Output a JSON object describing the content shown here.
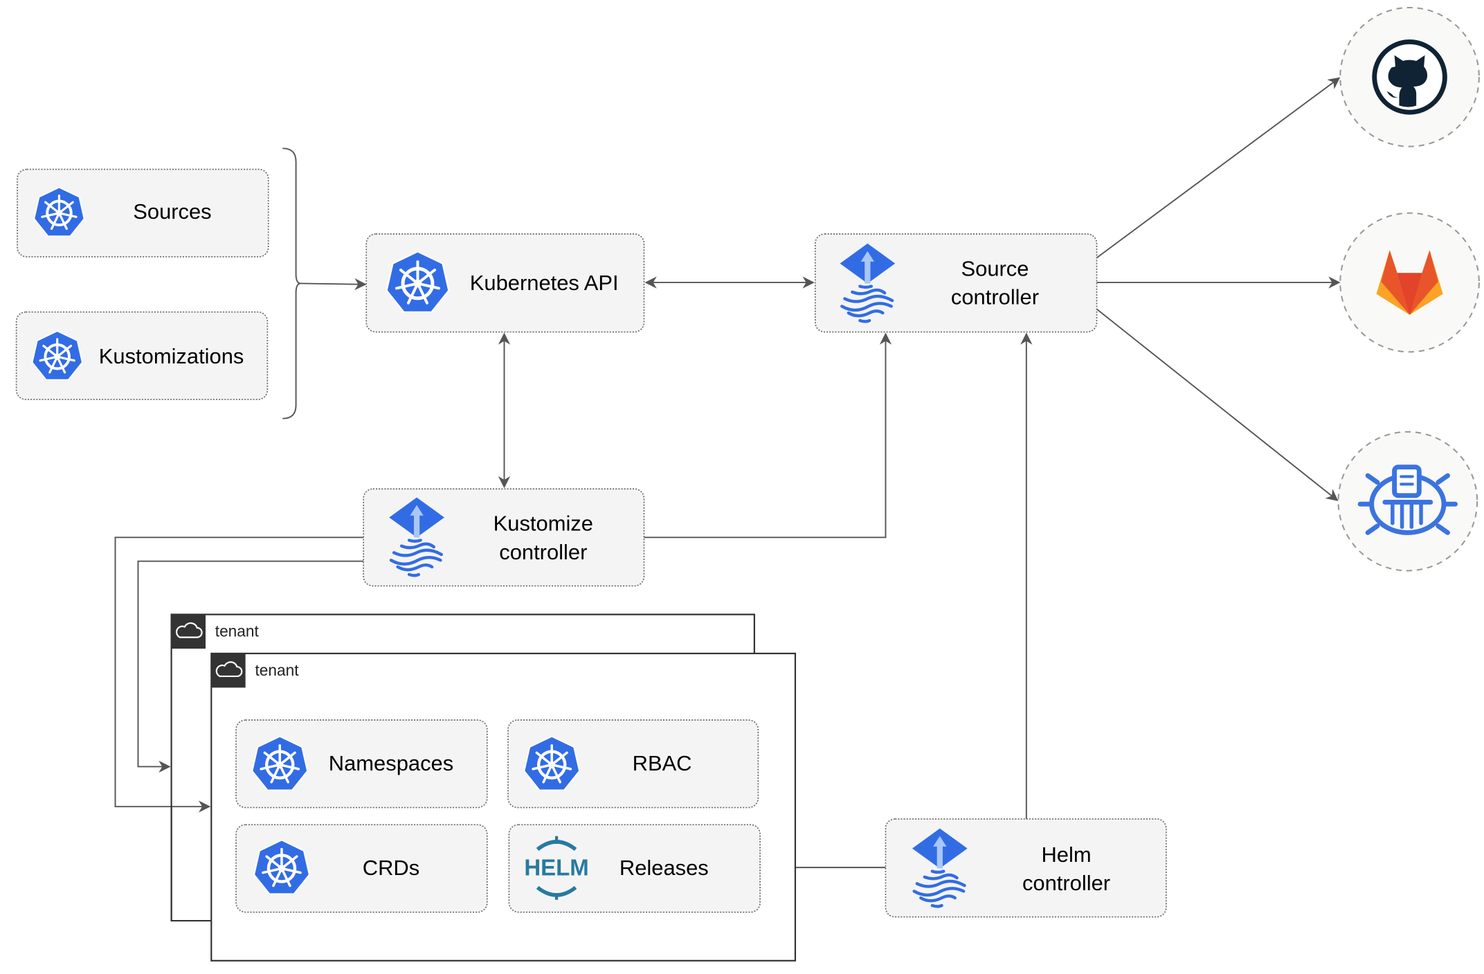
{
  "nodes": {
    "sources": "Sources",
    "kustomizations": "Kustomizations",
    "kubernetes_api": "Kubernetes API",
    "source_controller": [
      "Source",
      "controller"
    ],
    "kustomize_controller": [
      "Kustomize",
      "controller"
    ],
    "helm_controller": [
      "Helm",
      "controller"
    ],
    "namespaces": "Namespaces",
    "rbac": "RBAC",
    "crds": "CRDs",
    "releases": "Releases"
  },
  "tenants": [
    "tenant",
    "tenant"
  ],
  "helm_logo_text": "HELM",
  "external_sources": [
    {
      "icon": "github-icon"
    },
    {
      "icon": "gitlab-icon"
    },
    {
      "icon": "helm-repository-icon"
    }
  ],
  "colors": {
    "kubernetes_blue": "#326ce5",
    "flux_light": "#a9c6f5",
    "helm_blue": "#277a9f",
    "github_dark": "#0f2334",
    "gitlab_orange": "#e8552a",
    "gitlab_yellow": "#fca326"
  }
}
